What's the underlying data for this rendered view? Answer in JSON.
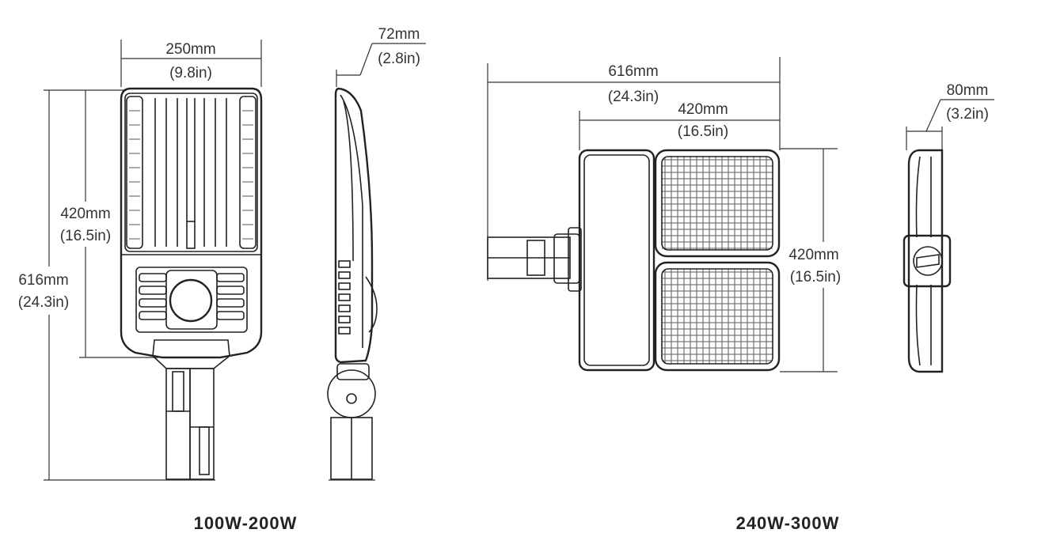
{
  "left_product": {
    "caption": "100W-200W",
    "front_view": {
      "width_mm": "250mm",
      "width_in": "(9.8in)",
      "housing_height_mm": "420mm",
      "housing_height_in": "(16.5in)",
      "total_height_mm": "616mm",
      "total_height_in": "(24.3in)"
    },
    "side_view": {
      "depth_mm": "72mm",
      "depth_in": "(2.8in)"
    }
  },
  "right_product": {
    "caption": "240W-300W",
    "front_view": {
      "total_width_mm": "616mm",
      "total_width_in": "(24.3in)",
      "module_width_mm": "420mm",
      "module_width_in": "(16.5in)",
      "height_mm": "420mm",
      "height_in": "(16.5in)"
    },
    "side_view": {
      "depth_mm": "80mm",
      "depth_in": "(3.2in)"
    }
  }
}
